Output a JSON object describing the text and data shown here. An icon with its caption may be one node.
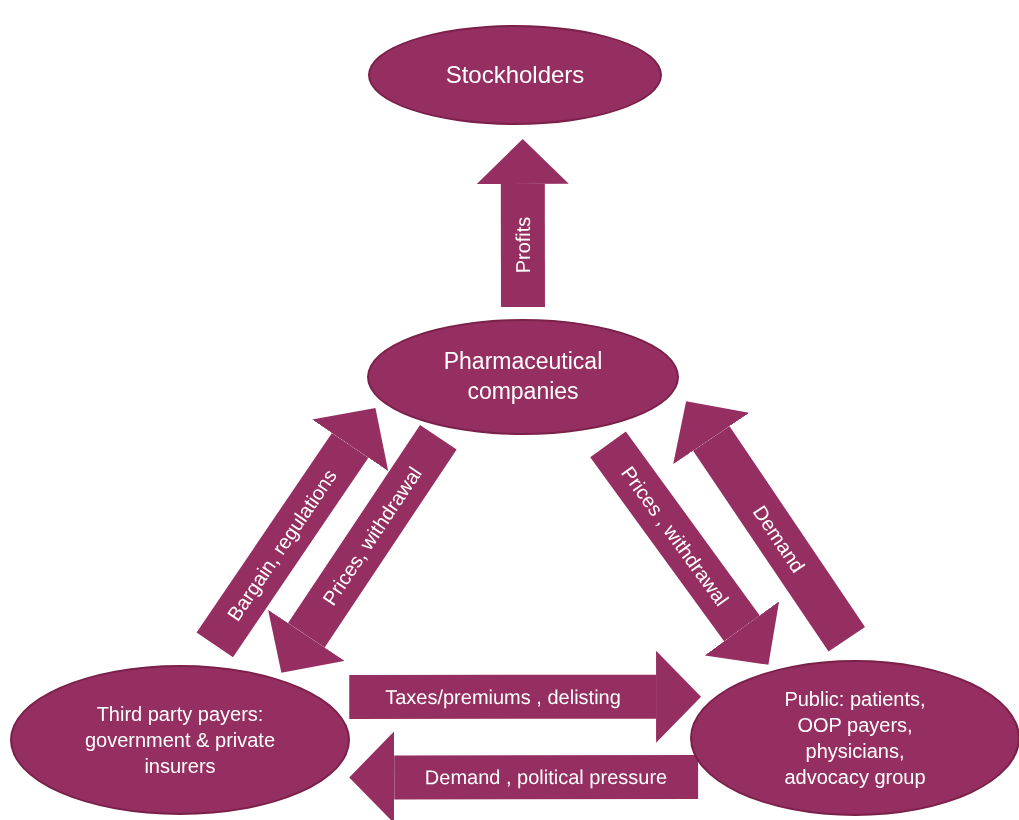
{
  "diagram": {
    "nodes": [
      {
        "text": [
          "Stockholders"
        ]
      },
      {
        "text": [
          "Pharmaceutical companies"
        ]
      },
      {
        "text": [
          "Third party payers: government & private insurers"
        ]
      },
      {
        "text": [
          "Public: patients, OOP payers, physicians, advocacy group"
        ]
      }
    ],
    "edges": [
      {
        "from": 1,
        "to": 0,
        "arrow": "to",
        "label": "Profits"
      },
      {
        "from": 2,
        "to": 1,
        "arrow": "to",
        "label": "Bargain, regulations"
      },
      {
        "from": 1,
        "to": 2,
        "arrow": "to",
        "label": "Prices, withdrawal"
      },
      {
        "from": 1,
        "to": 3,
        "arrow": "to",
        "label": "Prices , withdrawal"
      },
      {
        "from": 3,
        "to": 1,
        "arrow": "to",
        "label": "Demand"
      },
      {
        "from": 2,
        "to": 3,
        "arrow": "to",
        "label": "Taxes/premiums , delisting"
      },
      {
        "from": 3,
        "to": 2,
        "arrow": "to",
        "label": "Demand , political pressure"
      }
    ]
  }
}
